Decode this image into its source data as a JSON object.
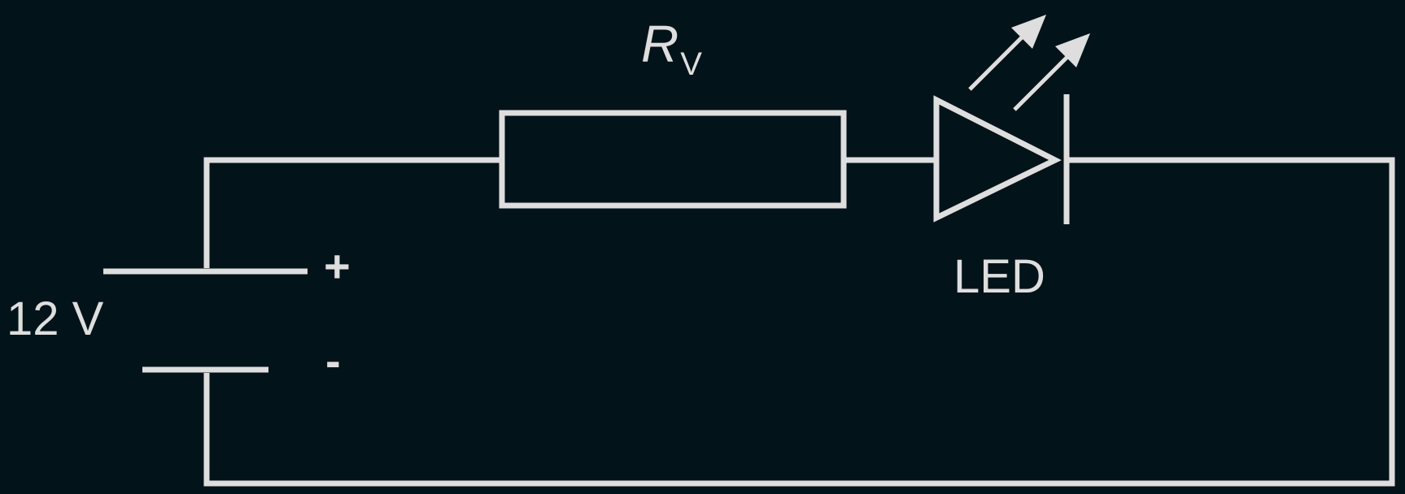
{
  "diagram": {
    "type": "circuit-schematic",
    "colors": {
      "background": "#03131a",
      "stroke": "#dedede"
    },
    "components": {
      "battery": {
        "voltage_label": "12 V",
        "positive_marker": "+",
        "negative_marker": "-"
      },
      "resistor": {
        "symbol": "R",
        "subscript": "V"
      },
      "led": {
        "label": "LED"
      }
    }
  }
}
